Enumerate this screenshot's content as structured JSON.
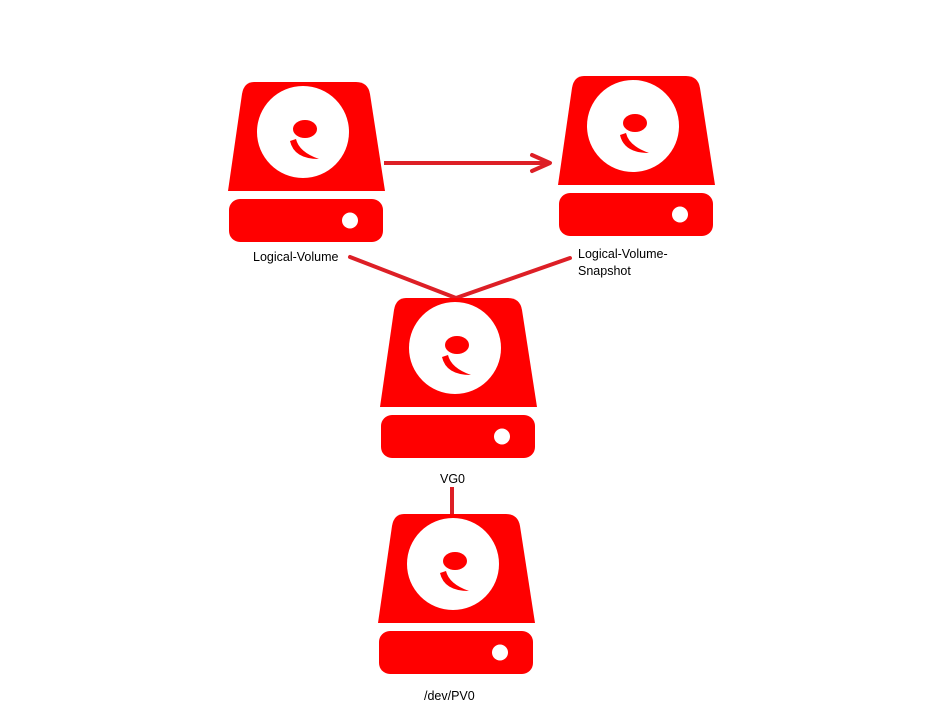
{
  "colors": {
    "drive": "#ff0000",
    "connector": "#dd1f26",
    "disk_face": "#ffffff",
    "text": "#000000"
  },
  "nodes": [
    {
      "id": "logical-volume",
      "icon": "hard-drive-icon",
      "label_lines": [
        "Logical-Volume"
      ]
    },
    {
      "id": "logical-volume-snapshot",
      "icon": "hard-drive-icon",
      "label_lines": [
        "Logical-Volume-",
        "Snapshot"
      ]
    },
    {
      "id": "vg0",
      "icon": "hard-drive-icon",
      "label_lines": [
        "VG0"
      ]
    },
    {
      "id": "dev-pv0",
      "icon": "hard-drive-icon",
      "label_lines": [
        "/dev/PV0"
      ]
    }
  ],
  "edges": [
    {
      "from": "logical-volume",
      "to": "logical-volume-snapshot",
      "directed": true
    },
    {
      "from": "logical-volume",
      "to": "vg0",
      "directed": false
    },
    {
      "from": "logical-volume-snapshot",
      "to": "vg0",
      "directed": false
    },
    {
      "from": "vg0",
      "to": "dev-pv0",
      "directed": false
    }
  ]
}
